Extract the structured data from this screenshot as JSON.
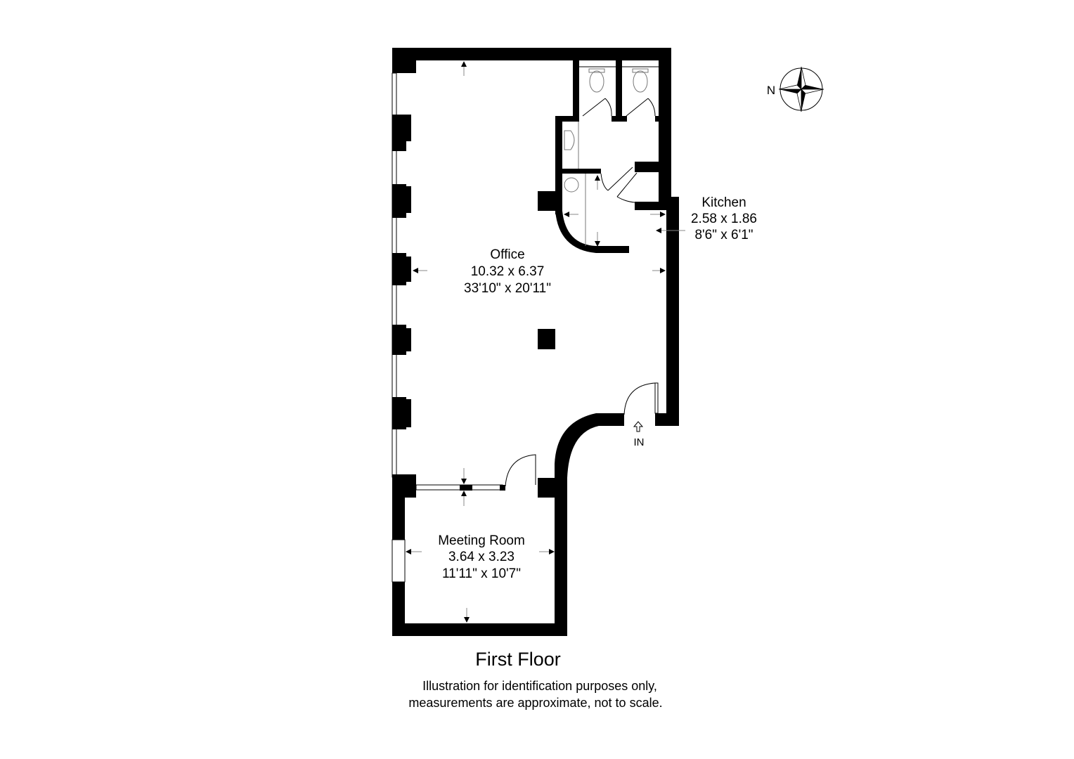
{
  "rooms": {
    "office": {
      "name": "Office",
      "metric": "10.32 x 6.37",
      "imperial": "33'10\" x 20'11\""
    },
    "kitchen": {
      "name": "Kitchen",
      "metric": "2.58 x 1.86",
      "imperial": "8'6\" x 6'1\""
    },
    "meeting_room": {
      "name": "Meeting Room",
      "metric": "3.64 x 3.23",
      "imperial": "11'11\" x 10'7\""
    }
  },
  "entrance_label": "IN",
  "compass_label": "N",
  "floor_title": "First Floor",
  "disclaimer": [
    "Illustration for identification purposes only,",
    "measurements are approximate, not to scale."
  ],
  "colors": {
    "wall": "#000000",
    "fixture": "#777777"
  }
}
